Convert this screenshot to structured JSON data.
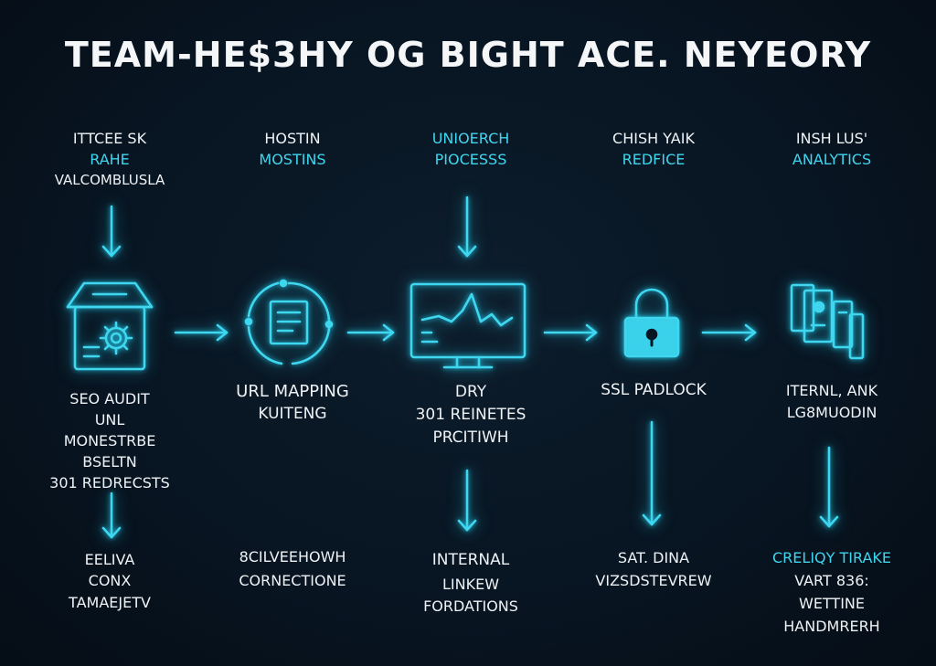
{
  "title": "TEAM-HE$3HY OG BIGHT ACE. NEYEORY",
  "columns": [
    {
      "top": [
        "ITTCEE SK",
        "RAHE",
        "VALCOMBLUSLA"
      ],
      "middle": [
        "SEO AUDIT",
        "UNL",
        "MONESTRBE",
        "BSELTN",
        "301 REDRECSTS"
      ],
      "bottom": [
        "EELIVA",
        "CONX",
        "TAMAEJETV"
      ],
      "icon": "house-gear-icon"
    },
    {
      "top": [
        "HOSTIN",
        "MOSTINS"
      ],
      "middle": [
        "URL MAPPING",
        "KUITENG"
      ],
      "bottom": [
        "8CILVEEHOWH",
        "CORNECTIONE"
      ],
      "icon": "document-circle-icon"
    },
    {
      "top": [
        "UNIOERCH",
        "PIOCESSS"
      ],
      "middle": [
        "DRY",
        "301 REINETES",
        "PRCITIWH"
      ],
      "bottom": [
        "INTERNAL",
        "LINKEW",
        "FORDATIONS"
      ],
      "icon": "monitor-chart-icon"
    },
    {
      "top": [
        "CHISH YAIK",
        "REDFICE"
      ],
      "middle": [
        "SSL PADLOCK"
      ],
      "bottom": [
        "SAT. DINA",
        "VIZSDSTEVREW"
      ],
      "icon": "padlock-icon"
    },
    {
      "top": [
        "INSH LUS'",
        "ANALYTICS"
      ],
      "middle": [
        "ITERNL, ANK",
        "LG8MUODIN"
      ],
      "bottom": [
        "CRELIQY TIRAKE",
        "VART 836:",
        "WETTINE",
        "HANDMRERH"
      ],
      "icon": "devices-icon"
    }
  ],
  "colors": {
    "accent": "#3fd6ef",
    "background": "#081522",
    "text": "#eef2f5"
  }
}
